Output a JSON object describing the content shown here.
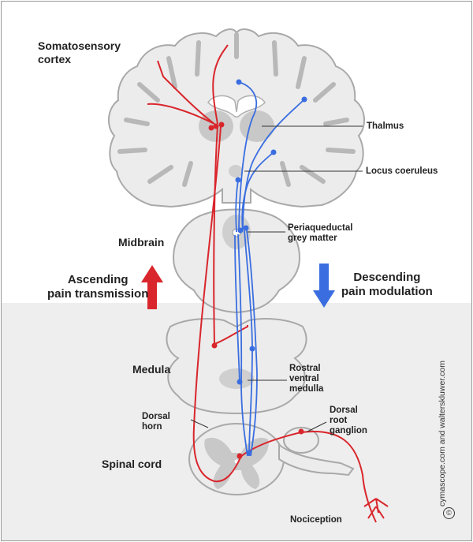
{
  "labels": {
    "somatosensory_line1": "Somatosensory",
    "somatosensory_line2": "cortex",
    "thalmus": "Thalmus",
    "locus_coeruleus": "Locus coeruleus",
    "periaqueductal_line1": "Periaqueductal",
    "periaqueductal_line2": "grey matter",
    "midbrain": "Midbrain",
    "ascending_line1": "Ascending",
    "ascending_line2": "pain transmission",
    "descending_line1": "Descending",
    "descending_line2": "pain modulation",
    "medula": "Medula",
    "rostral_line1": "Rostral",
    "rostral_line2": "ventral",
    "rostral_line3": "medulla",
    "dorsal_horn_line1": "Dorsal",
    "dorsal_horn_line2": "horn",
    "drg_line1": "Dorsal",
    "drg_line2": "root",
    "drg_line3": "ganglion",
    "spinal_cord": "Spinal cord",
    "nociception": "Nociception"
  },
  "credit": "cymascope.com and walterskluwer.com",
  "copyright_symbol": "©",
  "colors": {
    "ascending": "#d9262c",
    "descending": "#3a6ee0",
    "tissue": "#ececec",
    "tissue_outline": "#a9a9a9",
    "grey_matter": "#c8c8c8"
  }
}
